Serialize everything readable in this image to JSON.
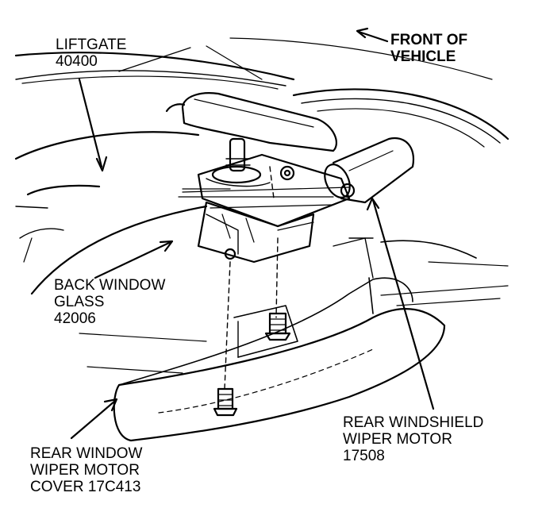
{
  "labels": {
    "liftgate": {
      "line1": "LIFTGATE",
      "line2": "40400"
    },
    "front": {
      "line1": "FRONT OF",
      "line2": "VEHICLE"
    },
    "back_window_glass": {
      "line1": "BACK WINDOW",
      "line2": "GLASS",
      "line3": "42006"
    },
    "rear_windshield_wiper_motor": {
      "line1": "REAR WINDSHIELD",
      "line2": "WIPER MOTOR",
      "line3": "17508"
    },
    "rear_window_wiper_motor_cover": {
      "line1": "REAR WINDOW",
      "line2": "WIPER MOTOR",
      "line3": "COVER 17C413"
    }
  },
  "colors": {
    "ink": "#000000",
    "paper": "#ffffff"
  }
}
